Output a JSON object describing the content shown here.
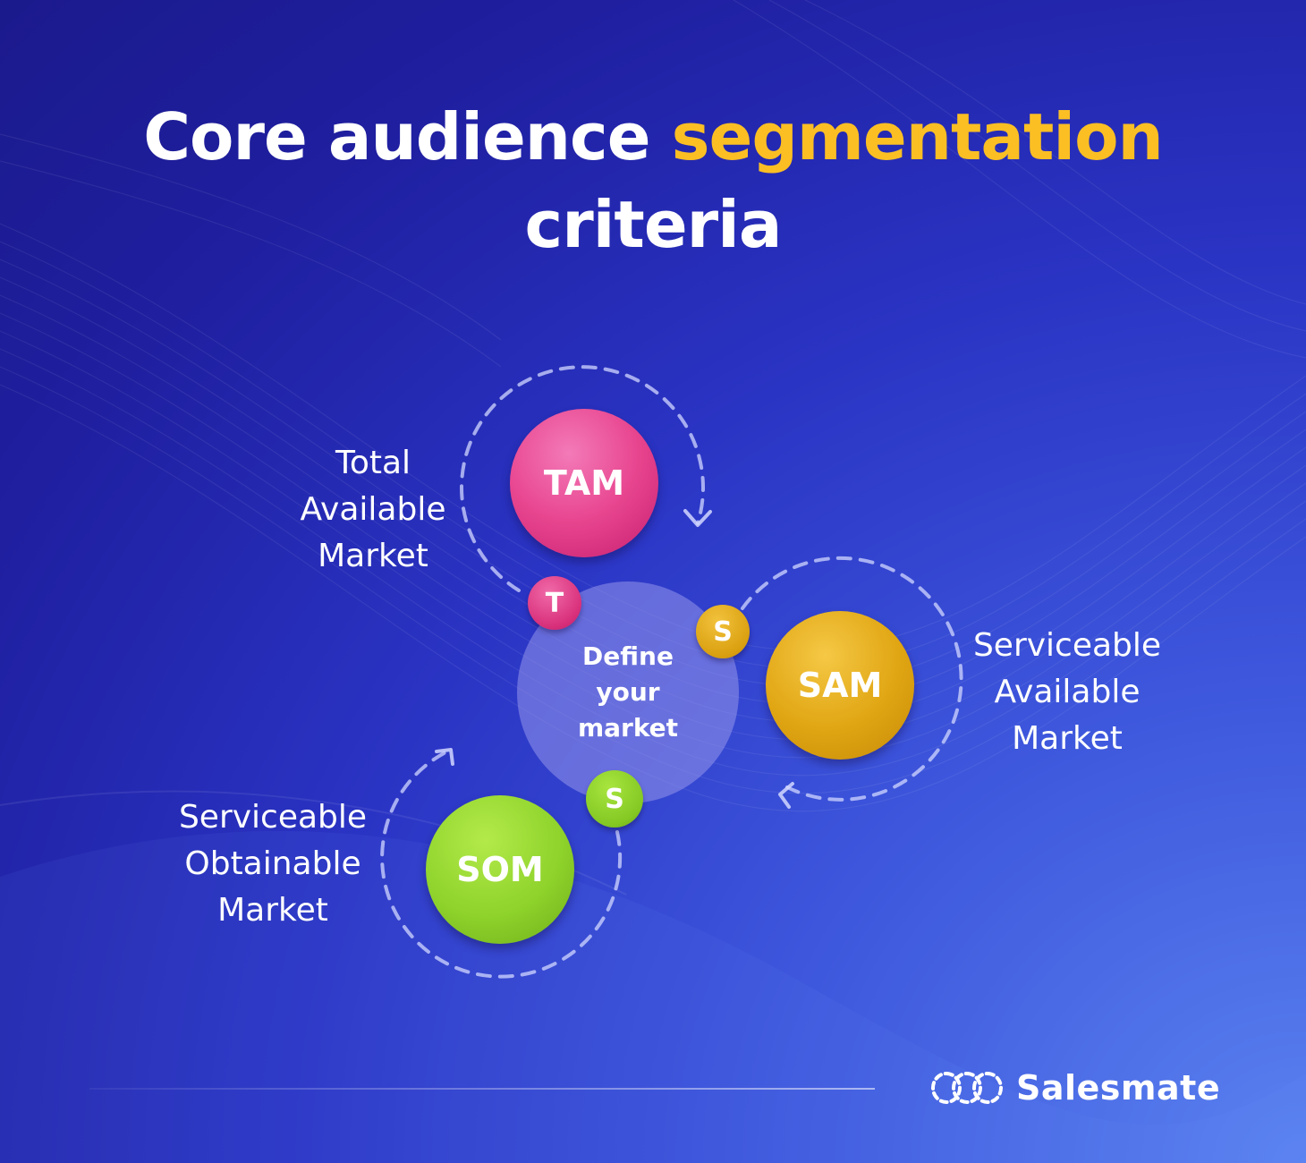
{
  "title": {
    "part1": "Core audience ",
    "accent": "segmentation",
    "part2": "criteria",
    "accent_color": "#fbbf24"
  },
  "center": {
    "line1": "Define",
    "line2": "your",
    "line3": "market"
  },
  "nodes": {
    "tam": {
      "abbr": "TAM",
      "badge": "T",
      "label": [
        "Total",
        "Available",
        "Market"
      ],
      "color": "#e8458f"
    },
    "sam": {
      "abbr": "SAM",
      "badge": "S",
      "label": [
        "Serviceable",
        "Available",
        "Market"
      ],
      "color": "#e0a512"
    },
    "som": {
      "abbr": "SOM",
      "badge": "S",
      "label": [
        "Serviceable",
        "Obtainable",
        "Market"
      ],
      "color": "#8fd32c"
    }
  },
  "brand": {
    "name": "Salesmate",
    "icon": "salesmate-logo-icon"
  }
}
